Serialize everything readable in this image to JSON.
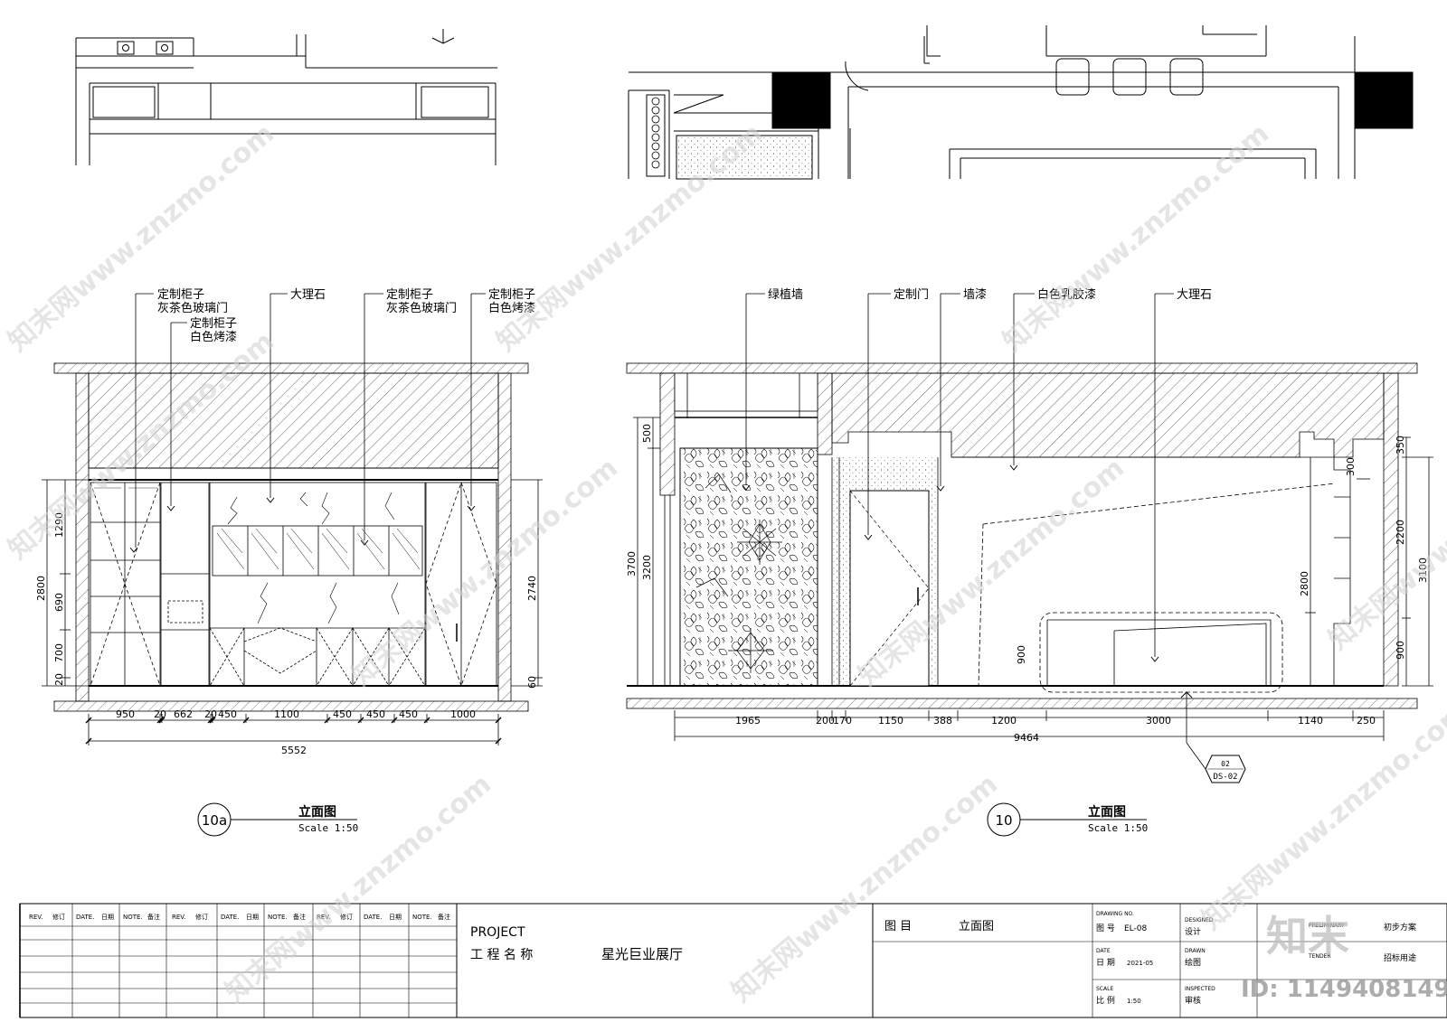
{
  "drawings": {
    "a": {
      "number": "10a",
      "title": "立面图",
      "scale": "Scale 1:50",
      "labels": [
        {
          "l1": "定制柜子",
          "l2": "灰茶色玻璃门"
        },
        {
          "l1": "定制柜子",
          "l2": "白色烤漆"
        },
        {
          "l1": "大理石",
          "l2": ""
        },
        {
          "l1": "定制柜子",
          "l2": "灰茶色玻璃门"
        },
        {
          "l1": "定制柜子",
          "l2": "白色烤漆"
        }
      ],
      "dims_bottom": [
        "950",
        "20",
        "662",
        "20",
        "450",
        "1100",
        "450",
        "450",
        "450",
        "1000"
      ],
      "dim_total": "5552",
      "dims_left_outer": "2800",
      "dims_left_inner": [
        "1290",
        "690",
        "700",
        "20"
      ],
      "dims_right": [
        "2740",
        "60"
      ]
    },
    "b": {
      "number": "10",
      "title": "立面图",
      "scale": "Scale 1:50",
      "labels": [
        "绿植墙",
        "定制门",
        "墙漆",
        "白色乳胶漆",
        "大理石"
      ],
      "dims_bottom": [
        "1965",
        "200",
        "170",
        "1150",
        "388",
        "1200",
        "3000",
        "1140",
        "250"
      ],
      "dim_total": "9464",
      "dims_left_outer": "3700",
      "dims_left_inner": [
        "500",
        "3200"
      ],
      "dims_center": [
        "2800",
        "900"
      ],
      "dims_right_outer": [
        "350",
        "2200",
        "900"
      ],
      "dims_right_inner": [
        "300",
        "3100"
      ],
      "detail_tag": {
        "top": "02",
        "bottom": "DS-02"
      }
    }
  },
  "title_block": {
    "revision_headers": [
      "REV.",
      "修订",
      "DATE.",
      "日期",
      "NOTE.",
      "备注"
    ],
    "project_label": "PROJECT",
    "project_name_label": "工 程 名 称",
    "project_name": "星光巨业展厅",
    "drawing_title_label": "图 目",
    "drawing_title": "立面图",
    "drawing_no_label_en": "DRAWING NO.",
    "drawing_no_label": "图 号",
    "drawing_no": "EL-08",
    "date_label_en": "DATE",
    "date_label": "日 期",
    "date": "2021-05",
    "scale_label_en": "SCALE",
    "scale_label": "比 例",
    "scale": "1:50",
    "designed_en": "DESIGNED",
    "designed": "设计",
    "drawn_en": "DRAWN",
    "drawn": "绘图",
    "inspected_en": "INSPECTED",
    "inspected": "审核",
    "preliminary_en": "PRELIMINARY",
    "preliminary": "初步方案",
    "tender_en": "TENDER",
    "tender": "招标用途"
  },
  "watermark": {
    "site": "知末网www.znzmo.com",
    "logo": "知末",
    "id": "ID: 1149408149"
  }
}
